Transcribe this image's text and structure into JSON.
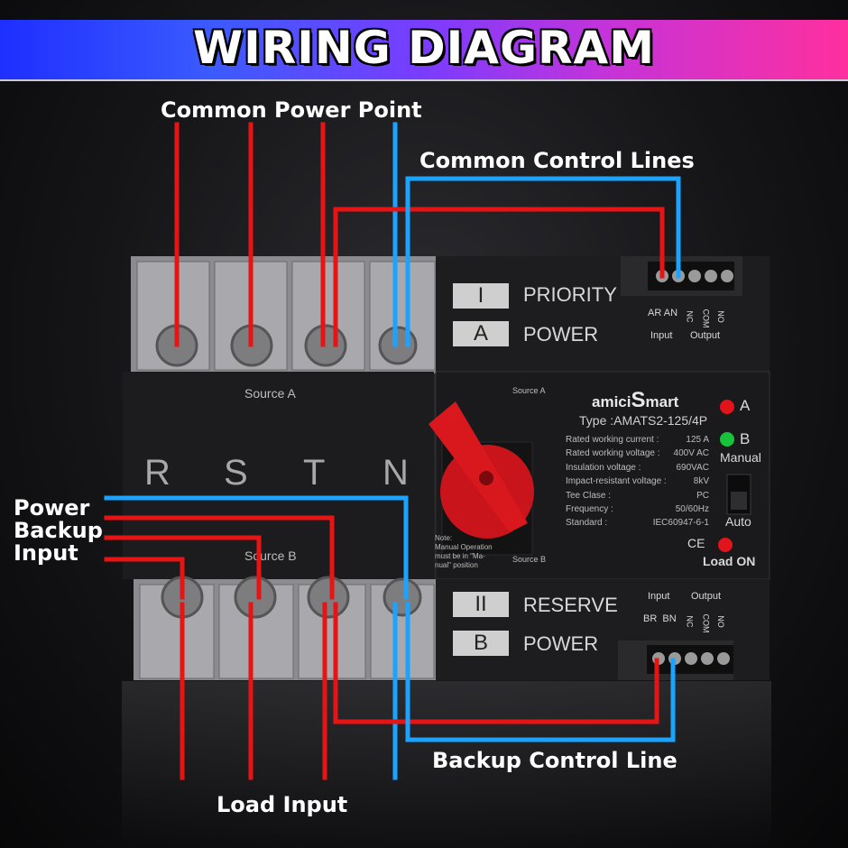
{
  "banner": {
    "title": "WIRING DIAGRAM"
  },
  "labels": {
    "common_power_point": "Common Power Point",
    "common_control_lines": "Common Control Lines",
    "power_backup_input": [
      "Power",
      "Backup",
      "Input"
    ],
    "backup_control_line": "Backup Control Line",
    "load_input": "Load Input"
  },
  "device": {
    "phase_letters": [
      "R",
      "S",
      "T",
      "N"
    ],
    "source_a": "Source A",
    "source_b": "Source B",
    "priority": {
      "numeral": "I",
      "text1": "PRIORITY",
      "letter": "A",
      "text2": "POWER"
    },
    "reserve": {
      "numeral": "II",
      "text1": "RESERVE",
      "letter": "B",
      "text2": "POWER"
    },
    "top_terminal": {
      "ar_an": "AR AN",
      "nc_com_no": [
        "NC",
        "COM",
        "NO"
      ],
      "input": "Input",
      "output": "Output"
    },
    "bottom_terminal": {
      "input": "Input",
      "output": "Output",
      "br_bn": "BR  BN",
      "nc_com_no": [
        "NC",
        "COM",
        "NO"
      ]
    },
    "brand": {
      "prefix": "amici",
      "s": "S",
      "suffix": "mart"
    },
    "type": "Type :AMATS2-125/4P",
    "knob_source_a": "Source A",
    "knob_source_b": "Source B",
    "note": [
      "Note:",
      "Manual Operation",
      "must be in \"Ma-",
      "nual\" position"
    ],
    "specs": [
      {
        "k": "Rated working current :",
        "v": "125 A"
      },
      {
        "k": "Rated working voltage :",
        "v": "400V AC"
      },
      {
        "k": "Insulation voltage :",
        "v": "690VAC"
      },
      {
        "k": "Impact-resistant voltage :",
        "v": "8kV"
      },
      {
        "k": "Tee Clase :",
        "v": "PC"
      },
      {
        "k": "Frequency :",
        "v": "50/60Hz"
      },
      {
        "k": "Standard :",
        "v": "IEC60947-6-1"
      }
    ],
    "indicators": {
      "a": "A",
      "b": "B",
      "manual": "Manual",
      "auto": "Auto",
      "load_on": "Load ON",
      "ce": "CE"
    }
  },
  "colors": {
    "power_wire": "#e81414",
    "control_wire": "#1aa3ff",
    "device_body": "#1a1a1c",
    "knob": "#c8141a"
  }
}
